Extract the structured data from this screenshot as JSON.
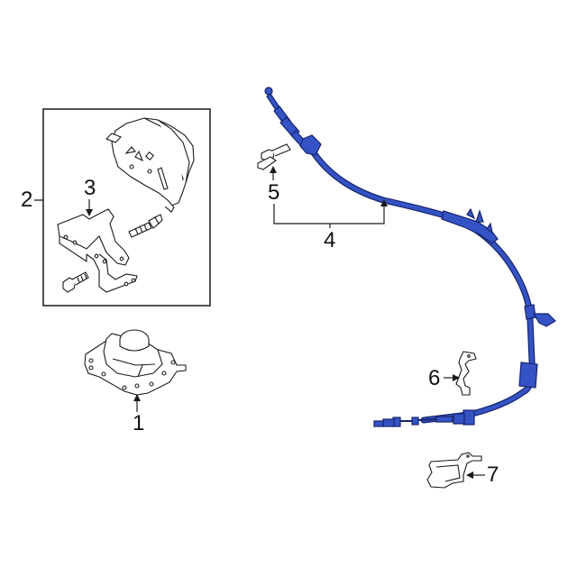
{
  "diagram": {
    "type": "exploded-parts-diagram",
    "colors": {
      "line": "#1a1a1a",
      "highlight_part": "#3553c4",
      "highlight_outline": "#17256e",
      "background": "#ffffff"
    },
    "callouts": [
      {
        "id": "1",
        "label": "1",
        "part": "shifter-assembly"
      },
      {
        "id": "2",
        "label": "2",
        "part": "shifter-module-group"
      },
      {
        "id": "3",
        "label": "3",
        "part": "mounting-bracket"
      },
      {
        "id": "4",
        "label": "4",
        "part": "shift-control-cable"
      },
      {
        "id": "5",
        "label": "5",
        "part": "cable-clip"
      },
      {
        "id": "6",
        "label": "6",
        "part": "cable-bracket"
      },
      {
        "id": "7",
        "label": "7",
        "part": "cable-retainer"
      }
    ]
  }
}
